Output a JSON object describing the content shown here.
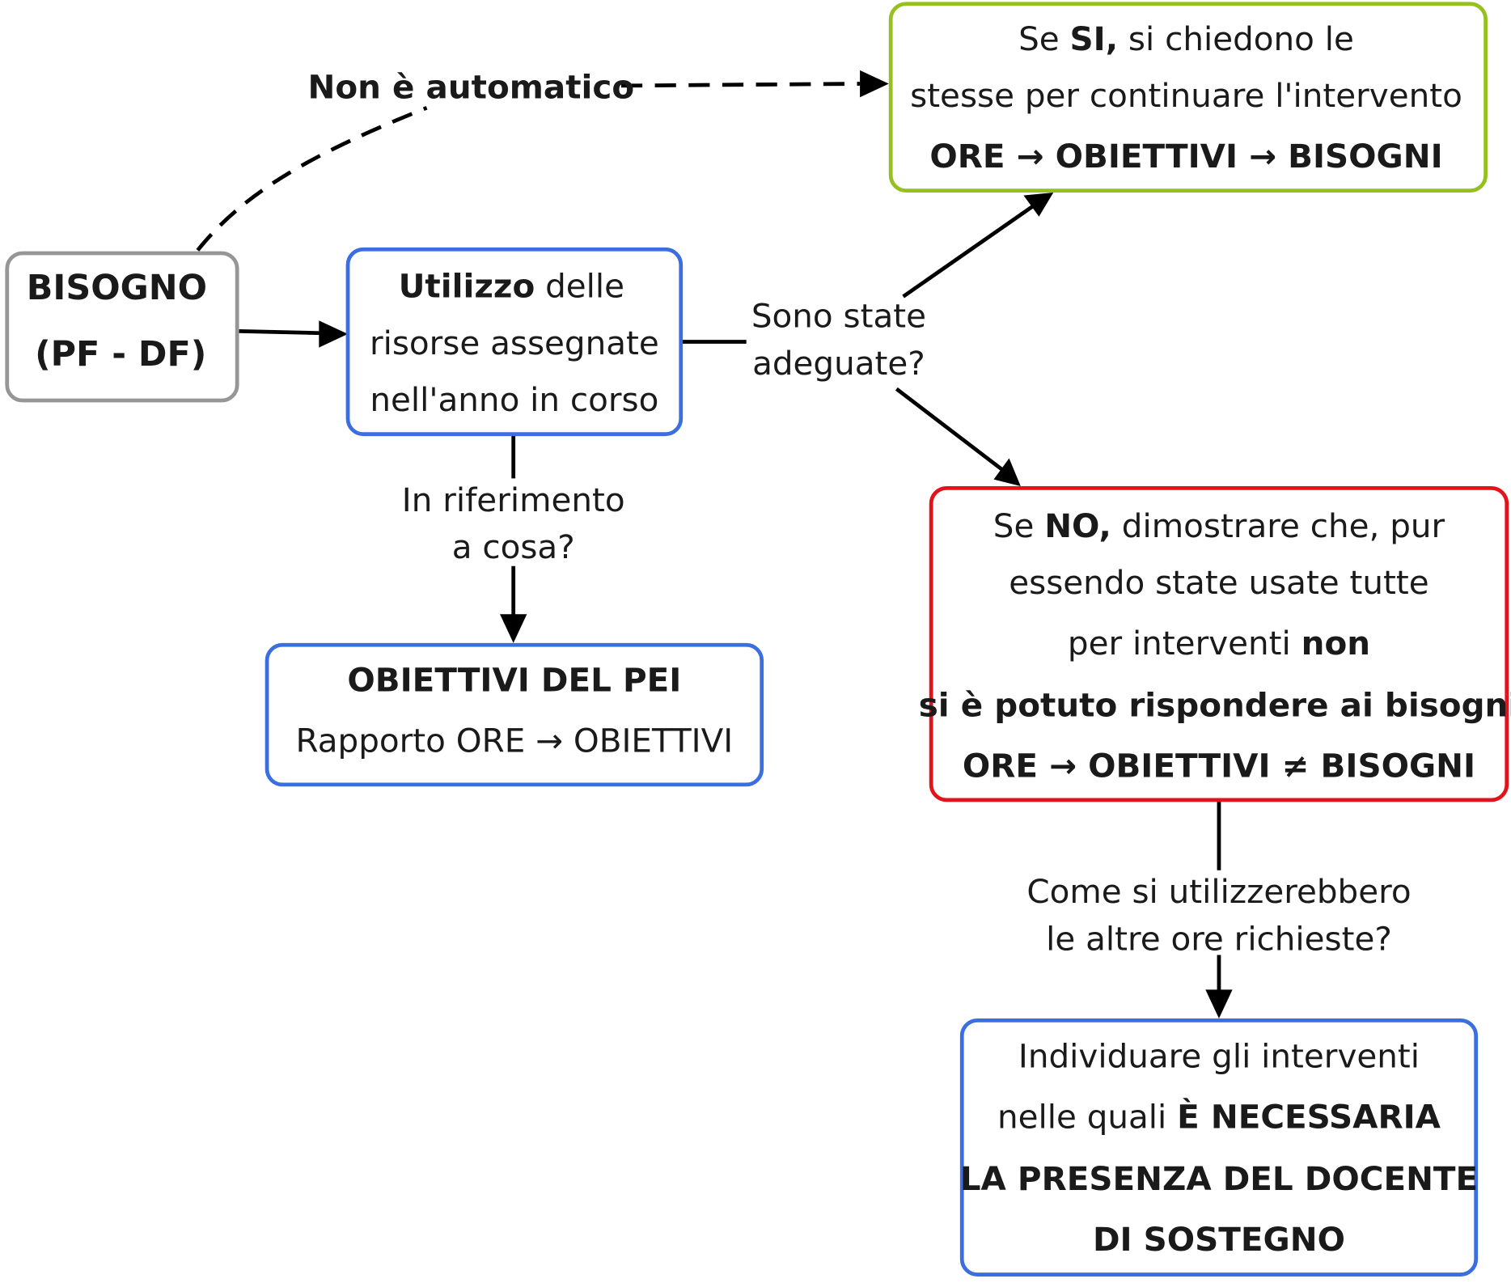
{
  "colors": {
    "grey_box": "#969696",
    "blue_box": "#3b6ee0",
    "green_box": "#95c11f",
    "red_box": "#e3121b"
  },
  "nodes": {
    "bisogno": {
      "line1": "BISOGNO",
      "line2": "(PF - DF)"
    },
    "utilizzo": {
      "line1_bold": "Utilizzo",
      "line1_rest": " delle",
      "line2": "risorse assegnate",
      "line3": "nell'anno in corso"
    },
    "obiettivi_pei": {
      "title": "OBIETTIVI DEL PEI",
      "subtitle": "Rapporto ORE → OBIETTIVI"
    },
    "se_si": {
      "line1_pre": "Se ",
      "line1_bold": "SI,",
      "line1_rest": " si chiedono le",
      "line2": "stesse per continuare l'intervento",
      "line3": "ORE → OBIETTIVI → BISOGNI"
    },
    "se_no": {
      "line1_pre": "Se ",
      "line1_bold": "NO,",
      "line1_rest": " dimostrare che, pur",
      "line2": "essendo state usate tutte",
      "line3_pre": "per interventi ",
      "line3_bold": "non",
      "line4": "si è potuto rispondere ai bisogni",
      "line5": "ORE → OBIETTIVI ≠ BISOGNI"
    },
    "individuare": {
      "line1": "Individuare gli interventi",
      "line2_pre": "nelle quali ",
      "line2_bold": "È NECESSARIA",
      "line3": "LA PRESENZA DEL DOCENTE",
      "line4": "DI SOSTEGNO"
    }
  },
  "labels": {
    "non_automatico": "Non è automatico",
    "sono_state": {
      "line1": "Sono state",
      "line2": "adeguate?"
    },
    "riferimento": {
      "line1": "In riferimento",
      "line2": "a cosa?"
    },
    "come_utilizzare": {
      "line1": "Come si utilizzerebbero",
      "line2": "le altre ore richieste?"
    }
  }
}
